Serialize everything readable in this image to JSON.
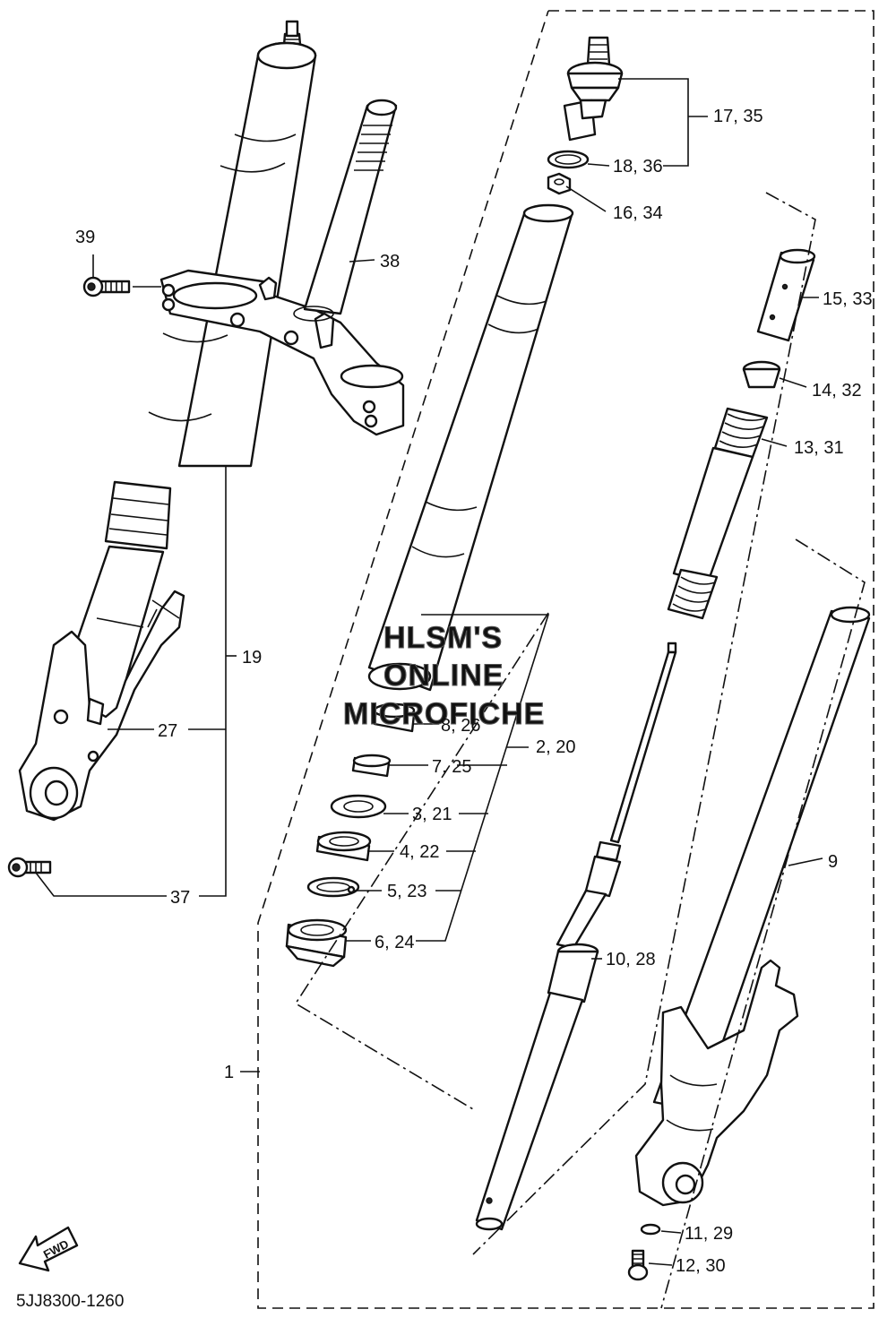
{
  "diagram_code": "5JJ8300-1260",
  "watermark": [
    "HLSM'S",
    "ONLINE",
    "MICROFICHE"
  ],
  "fwd_label": "FWD",
  "callouts": {
    "c1": "1",
    "c9": "9",
    "c19": "19",
    "c27": "27",
    "c37": "37",
    "c38": "38",
    "c39": "39",
    "c17_35": "17, 35",
    "c18_36": "18, 36",
    "c16_34": "16, 34",
    "c15_33": "15, 33",
    "c14_32": "14, 32",
    "c13_31": "13, 31",
    "c8_26": "8, 26",
    "c2_20": "2, 20",
    "c7_25": "7, 25",
    "c3_21": "3, 21",
    "c4_22": "4, 22",
    "c5_23": "5, 23",
    "c6_24": "6, 24",
    "c10_28": "10, 28",
    "c11_29": "11, 29",
    "c12_30": "12, 30"
  }
}
